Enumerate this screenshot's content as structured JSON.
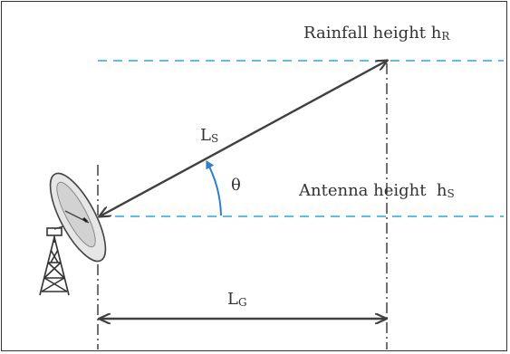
{
  "labels": {
    "rainfall": {
      "text": "Rainfall height h",
      "sub": "R"
    },
    "antenna": {
      "text": "Antenna height  h",
      "sub": "S"
    },
    "slant": {
      "text": "L",
      "sub": "S"
    },
    "ground": {
      "text": "L",
      "sub": "G"
    },
    "angle": "θ"
  },
  "colors": {
    "dashed": "#29a8e0",
    "arrow": "#404040",
    "angle_arc": "#2f80c8",
    "text": "#333333"
  }
}
